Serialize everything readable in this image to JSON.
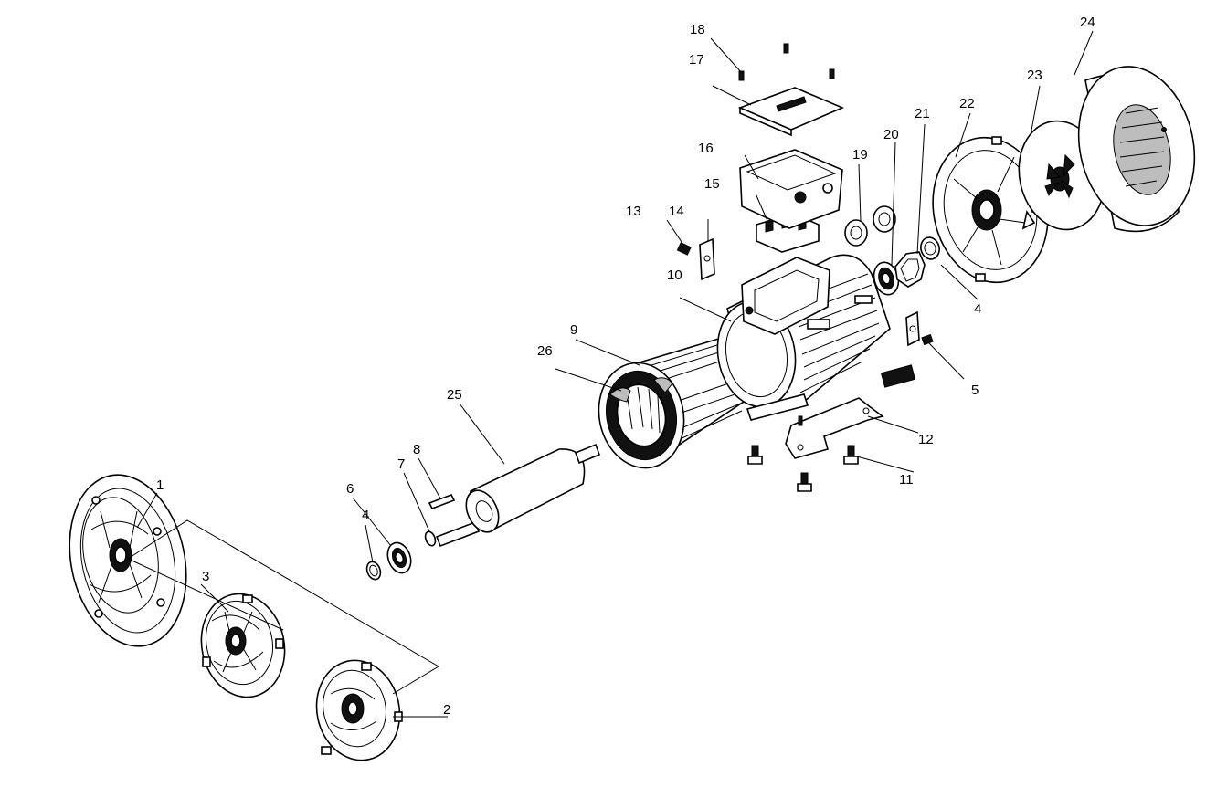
{
  "labels": {
    "l1": "1",
    "l2": "2",
    "l3": "3",
    "l4a": "4",
    "l4b": "4",
    "l5": "5",
    "l6": "6",
    "l7": "7",
    "l8": "8",
    "l9": "9",
    "l10": "10",
    "l11": "11",
    "l12": "12",
    "l13": "13",
    "l14": "14",
    "l15": "15",
    "l16": "16",
    "l17": "17",
    "l18": "18",
    "l19": "19",
    "l20": "20",
    "l21": "21",
    "l22": "22",
    "l23": "23",
    "l24": "24",
    "l25": "25",
    "l26": "26"
  }
}
